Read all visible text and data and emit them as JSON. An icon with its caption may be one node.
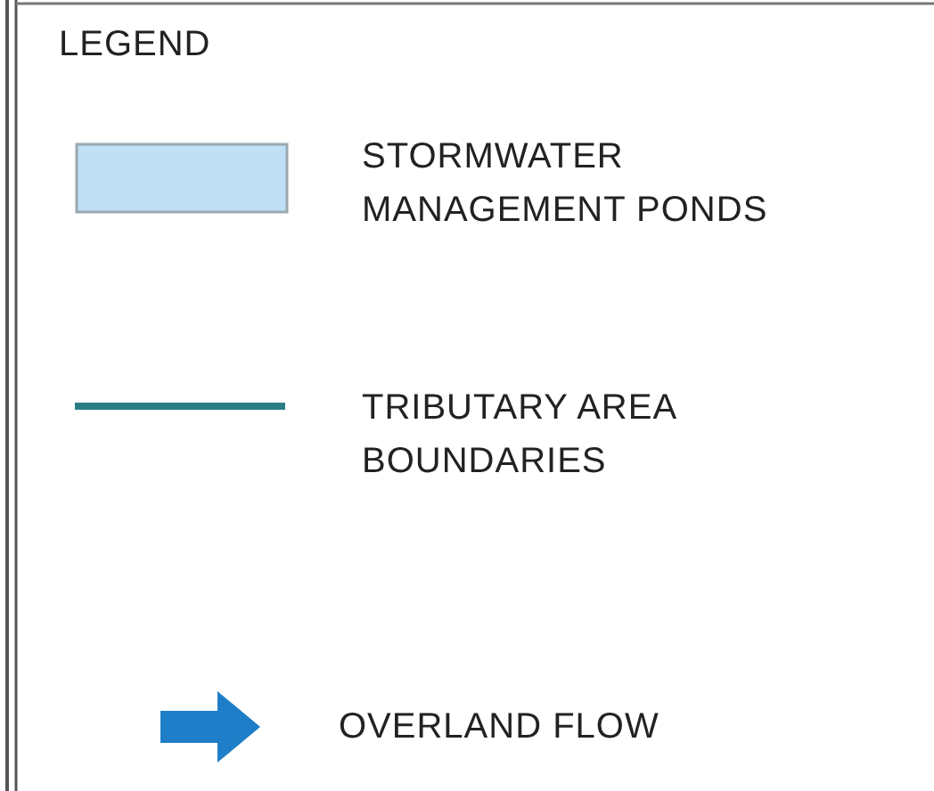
{
  "diagram": {
    "title": "LEGEND",
    "legend": [
      {
        "text": "STORMWATER MANAGEMENT PONDS",
        "color": "#bfe0f5"
      },
      {
        "text": "TRIBUTARY AREA BOUNDARIES"
      },
      {
        "text": "OVERLAND FLOW"
      }
    ]
  }
}
